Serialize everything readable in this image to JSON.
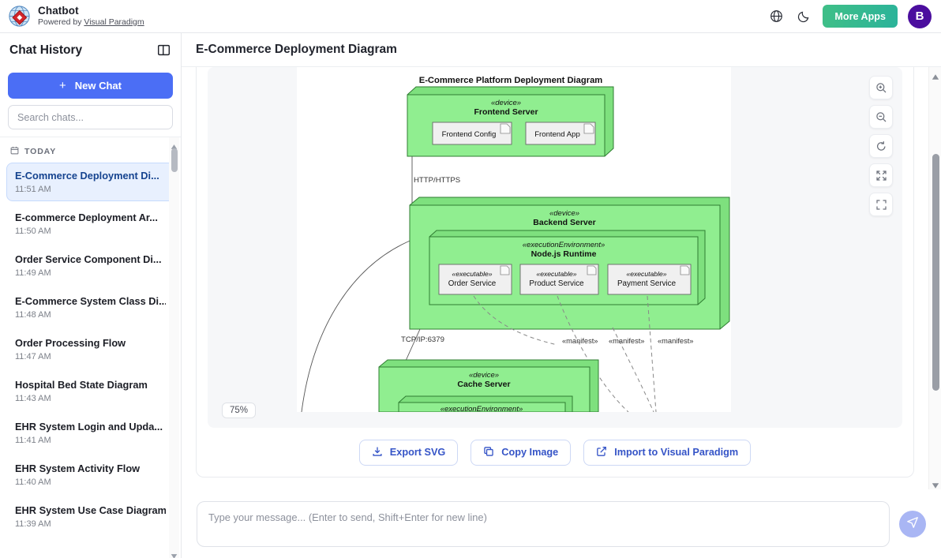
{
  "topbar": {
    "logo_icon": "visual-paradigm-globe-logo",
    "title": "Chatbot",
    "powered_prefix": "Powered by ",
    "powered_link": "Visual Paradigm",
    "language_icon": "globe-icon",
    "theme_icon": "moon-icon",
    "more_apps_label": "More Apps",
    "avatar_initial": "B"
  },
  "sidebar": {
    "heading": "Chat History",
    "panel_toggle_icon": "sidebar-panel-icon",
    "new_chat_label": "New Chat",
    "new_chat_plus": "+",
    "search_placeholder": "Search chats...",
    "group_label": "TODAY",
    "group_icon": "calendar-icon",
    "items": [
      {
        "title": "E-Commerce Deployment Di...",
        "time": "11:51 AM",
        "active": true
      },
      {
        "title": "E-commerce Deployment Ar...",
        "time": "11:50 AM",
        "active": false
      },
      {
        "title": "Order Service Component Di...",
        "time": "11:49 AM",
        "active": false
      },
      {
        "title": "E-Commerce System Class Di...",
        "time": "11:48 AM",
        "active": false
      },
      {
        "title": "Order Processing Flow",
        "time": "11:47 AM",
        "active": false
      },
      {
        "title": "Hospital Bed State Diagram",
        "time": "11:43 AM",
        "active": false
      },
      {
        "title": "EHR System Login and Upda...",
        "time": "11:41 AM",
        "active": false
      },
      {
        "title": "EHR System Activity Flow",
        "time": "11:40 AM",
        "active": false
      },
      {
        "title": "EHR System Use Case Diagram",
        "time": "11:39 AM",
        "active": false
      }
    ]
  },
  "main": {
    "title": "E-Commerce Deployment Diagram",
    "zoom_level": "75%",
    "tools": [
      {
        "name": "zoom-in-icon",
        "label": "Zoom In"
      },
      {
        "name": "zoom-out-icon",
        "label": "Zoom Out"
      },
      {
        "name": "reset-rotate-icon",
        "label": "Reset"
      },
      {
        "name": "fit-screen-icon",
        "label": "Fit to Screen"
      },
      {
        "name": "fullscreen-icon",
        "label": "Fullscreen"
      }
    ],
    "actions": [
      {
        "icon": "download-icon",
        "label": "Export SVG"
      },
      {
        "icon": "copy-icon",
        "label": "Copy Image"
      },
      {
        "icon": "external-link-icon",
        "label": "Import to Visual Paradigm"
      }
    ]
  },
  "diagram": {
    "title": "E-Commerce Platform Deployment Diagram",
    "node_fill": "#90ee90",
    "node_stroke": "#2f7d32",
    "artifact_fill": "#f0f0f0",
    "artifact_stroke": "#666666",
    "nodes": [
      {
        "stereotype": "«device»",
        "name": "Frontend Server",
        "artifacts": [
          "Frontend Config",
          "Frontend App"
        ]
      },
      {
        "stereotype": "«device»",
        "name": "Backend Server",
        "child": {
          "stereotype": "«executionEnvironment»",
          "name": "Node.js Runtime",
          "artifacts": [
            {
              "stereotype": "«executable»",
              "name": "Order Service"
            },
            {
              "stereotype": "«executable»",
              "name": "Product Service"
            },
            {
              "stereotype": "«executable»",
              "name": "Payment Service"
            }
          ]
        }
      },
      {
        "stereotype": "«device»",
        "name": "Cache Server",
        "child": {
          "stereotype": "«executionEnvironment»",
          "name": ""
        }
      }
    ],
    "connector_labels": [
      "HTTP/HTTPS",
      "TCP/IP:6379"
    ],
    "manifest_labels": [
      "«manifest»",
      "«manifest»",
      "«manifest»"
    ]
  },
  "composer": {
    "placeholder": "Type your message... (Enter to send, Shift+Enter for new line)",
    "value": "",
    "send_icon": "send-paper-plane-icon"
  }
}
